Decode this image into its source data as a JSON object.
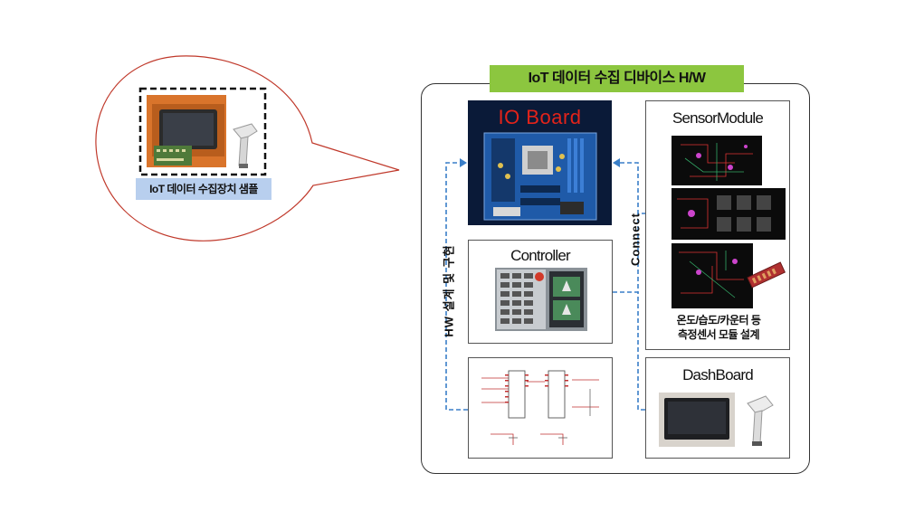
{
  "main_title": "IoT 데이터 수집 디바이스 H/W",
  "sample": {
    "caption": "IoT 데이터 수집장치 샘플"
  },
  "io_board": {
    "label": "IO Board"
  },
  "controller": {
    "label": "Controller"
  },
  "sensor_module": {
    "label": "SensorModule",
    "caption_line1": "온도/습도/카운터 등",
    "caption_line2": "측정센서 모듈 설계"
  },
  "dashboard": {
    "label": "DashBoard"
  },
  "side_labels": {
    "left": "HW 설계 및 구현",
    "right": "Connect"
  },
  "colors": {
    "title_bg": "#8cc63f",
    "caption_bg": "#b8cfee",
    "bubble": "#c0392b",
    "connector": "#3a7fc8",
    "board": "#0a1a38"
  }
}
